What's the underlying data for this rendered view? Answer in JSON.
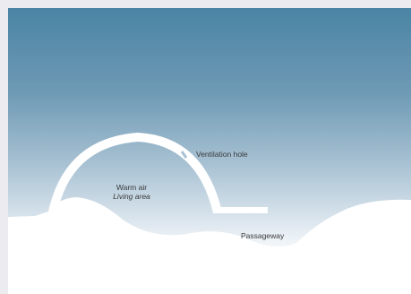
{
  "labels": {
    "ventilation_hole": "Ventilation hole",
    "warm_air": "Warm air",
    "living_area": "Living area",
    "passageway": "Passageway"
  },
  "colors": {
    "sky_top": "#4a84a4",
    "sky_bottom": "#ffffff",
    "snow": "#ffffff",
    "page_background": "#ecebf0",
    "label_text": "#3a3a3a"
  }
}
